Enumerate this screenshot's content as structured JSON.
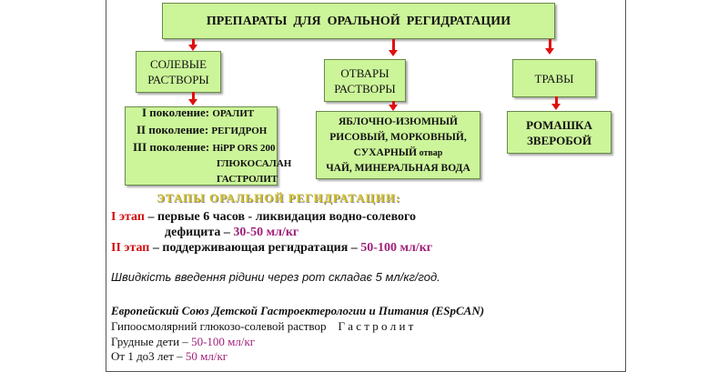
{
  "title": "ПРЕПАРАТЫ  ДЛЯ  ОРАЛЬНОЙ  РЕГИДРАТАЦИИ",
  "categories": [
    {
      "label1": "СОЛЕВЫЕ",
      "label2": "РАСТВОРЫ"
    },
    {
      "label1": "ОТВАРЫ",
      "label2": "РАСТВОРЫ"
    },
    {
      "label1": "ТРАВЫ"
    }
  ],
  "salts": {
    "l1a": "I поколение: ",
    "l1b": "ОРАЛИТ",
    "l2a": "II поколение: ",
    "l2b": "РЕГИДРОН",
    "l3a": "III поколение: ",
    "l3b": "HiPP ORS 200",
    "l4": "ГЛЮКОСАЛАН",
    "l5": "ГАСТРОЛИТ"
  },
  "decoctions": {
    "l1": "ЯБЛОЧНО-ИЗЮМНЫЙ",
    "l2": "РИСОВЫЙ, МОРКОВНЫЙ,",
    "l3a": "СУХАРНЫЙ",
    "l3b": " отвар",
    "l4": "ЧАЙ, МИНЕРАЛЬНАЯ ВОДА"
  },
  "herbs": {
    "l1": "РОМАШКА",
    "l2": "ЗВЕРОБОЙ"
  },
  "stages": {
    "heading": "ЭТАПЫ ОРАЛЬНОЙ РЕГИДРАТАЦИИ:",
    "s1_label": "I этап",
    "s1_text": " – первые  6 часов - ликвидация водно-солевого",
    "s1_text2": "дефицита – ",
    "s1_value": "30-50 мл/кг",
    "s2_label": "II этап",
    "s2_text": " – поддерживающая регидратация – ",
    "s2_value": "50-100 мл/кг"
  },
  "speed": "Швидкість введення рідини через рот складає 5 мл/кг/год.",
  "espgan": {
    "heading": "Европейский Союз Детской Гастроектерологии  и Питания  (ESpCAN)",
    "line1": "Гипоосмолярний глюкозо-солевой раствор    Г а с т р о л и т",
    "line2a": "Грудные дети – ",
    "line2b": "50-100 мл/кг",
    "line3a": "От 1 до3 лет – ",
    "line3b": "50 мл/кг"
  }
}
